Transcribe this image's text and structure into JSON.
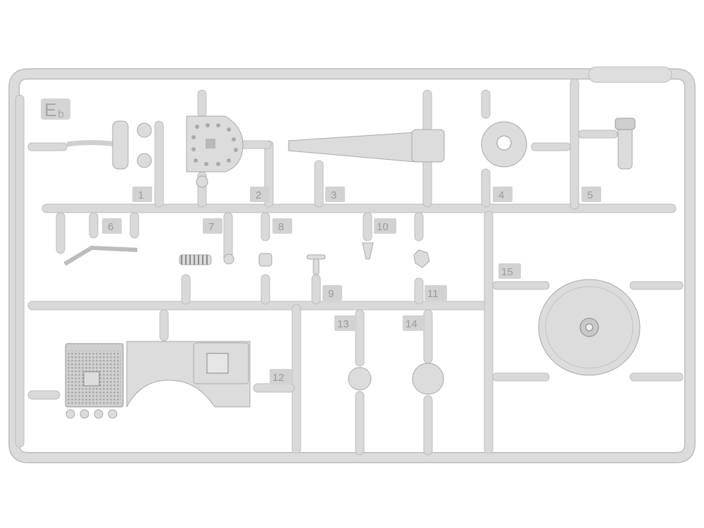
{
  "sprue": {
    "code_main": "E",
    "code_sub": "b",
    "colors": {
      "plastic": "#d9d9d9",
      "edge": "#bdbdbd",
      "label": "#9a9a9a",
      "background": "#ffffff"
    },
    "part_numbers": [
      "1",
      "2",
      "3",
      "4",
      "5",
      "6",
      "7",
      "8",
      "9",
      "10",
      "11",
      "12",
      "13",
      "14",
      "15"
    ]
  }
}
